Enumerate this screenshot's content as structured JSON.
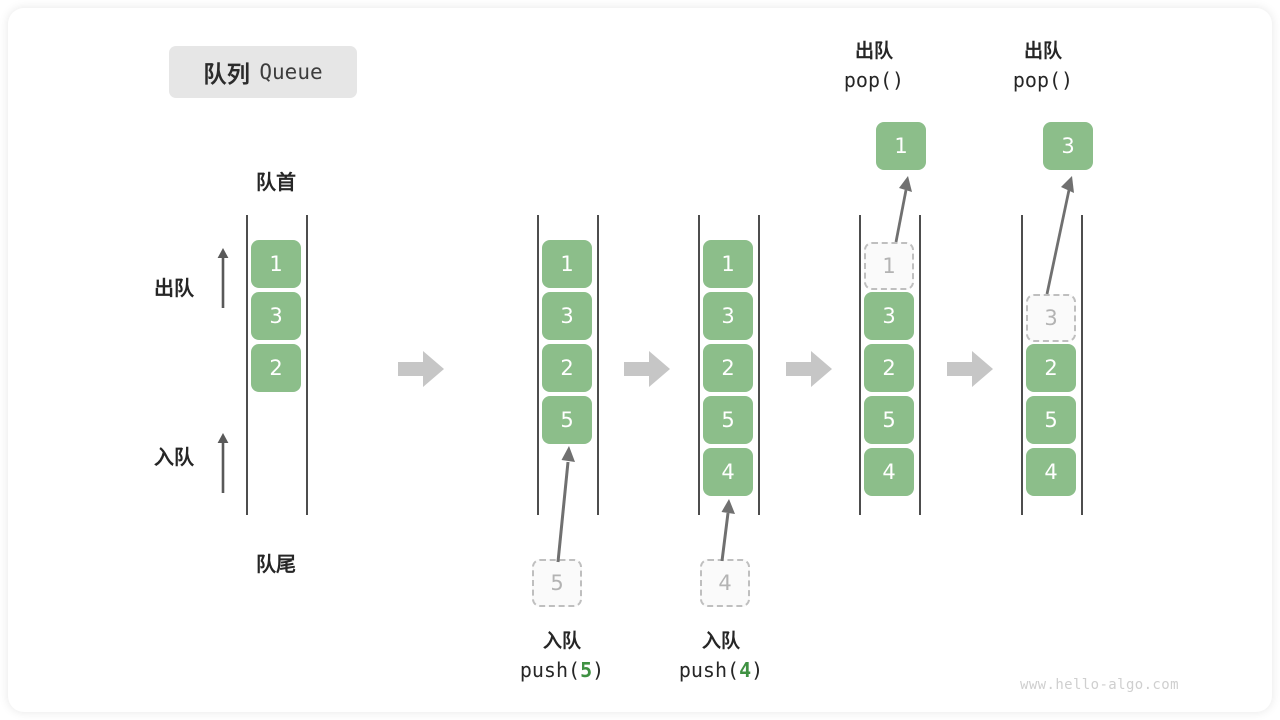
{
  "title": {
    "cn": "队列",
    "en": "Queue"
  },
  "labels": {
    "front": "队首",
    "rear": "队尾",
    "dequeue": "出队",
    "enqueue": "入队"
  },
  "watermark": "www.hello-algo.com",
  "colors": {
    "cell_green": "#8cbe8a",
    "cell_text": "#ffffff",
    "ghost_border": "#bfbfbf",
    "ghost_text": "#b3b3b3",
    "rail": "#4d4d4d",
    "step_arrow": "#c6c6c6",
    "accent_num": "#3f9142",
    "badge_bg": "#e6e6e6",
    "text": "#262626"
  },
  "steps": [
    {
      "id": "step-1-initial",
      "cells": [
        "1",
        "3",
        "2"
      ],
      "ghost_top": null,
      "ghost_bottom": null,
      "op_top": null,
      "op_bottom": null,
      "popped": null
    },
    {
      "id": "step-2-after-push-5",
      "cells": [
        "1",
        "3",
        "2",
        "5"
      ],
      "ghost_top": null,
      "ghost_bottom": "5",
      "op_top": null,
      "op_bottom": {
        "cn": "入队",
        "code_prefix": "push(",
        "code_num": "5",
        "code_suffix": ")"
      },
      "popped": null
    },
    {
      "id": "step-3-after-push-4",
      "cells": [
        "1",
        "3",
        "2",
        "5",
        "4"
      ],
      "ghost_top": null,
      "ghost_bottom": "4",
      "op_top": null,
      "op_bottom": {
        "cn": "入队",
        "code_prefix": "push(",
        "code_num": "4",
        "code_suffix": ")"
      },
      "popped": null
    },
    {
      "id": "step-4-pop-1",
      "cells": [
        "3",
        "2",
        "5",
        "4"
      ],
      "ghost_top": "1",
      "ghost_bottom": null,
      "op_top": {
        "cn": "出队",
        "code": "pop()"
      },
      "op_bottom": null,
      "popped": "1"
    },
    {
      "id": "step-5-pop-3",
      "cells": [
        "2",
        "5",
        "4"
      ],
      "ghost_top": "3",
      "ghost_bottom": null,
      "op_top": {
        "cn": "出队",
        "code": "pop()"
      },
      "op_bottom": null,
      "popped": "3"
    }
  ]
}
